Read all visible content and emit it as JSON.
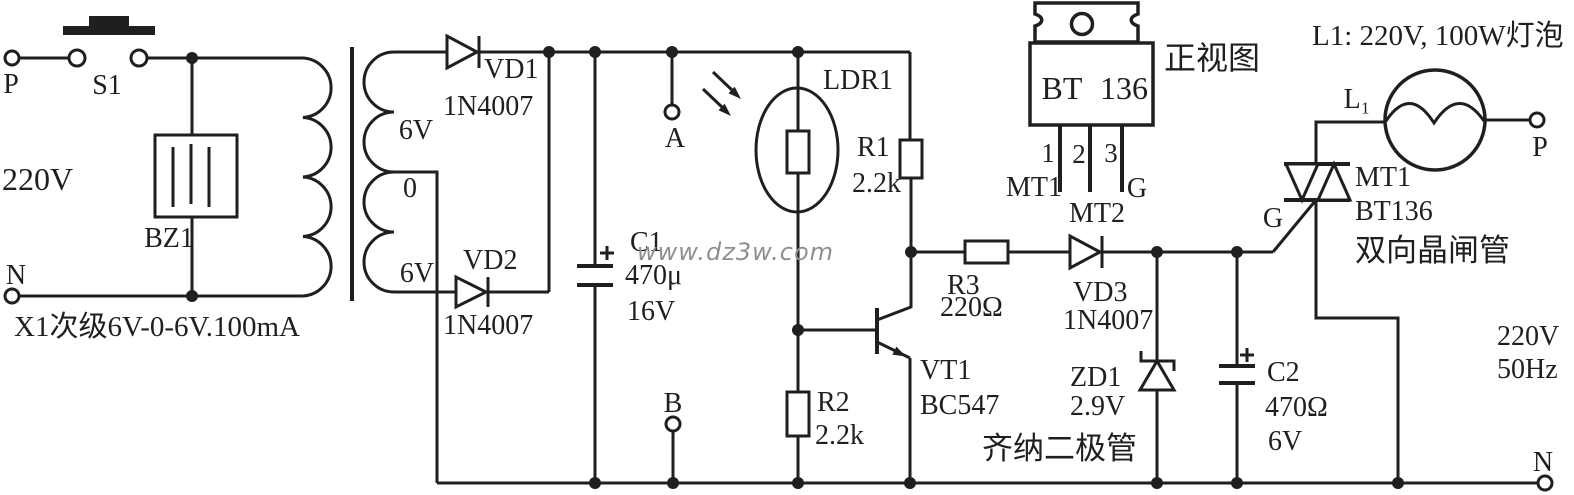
{
  "watermark": "www.dz3w.com",
  "colors": {
    "ink": "#1f1f1f",
    "paper": "#ffffff",
    "watermark": "#8f8f8f"
  },
  "mains_input": {
    "terminal_p": "P",
    "terminal_n": "N",
    "voltage": "220V",
    "switch": "S1",
    "buzzer": "BZ1",
    "transformer_note": "X1次级6V-0-6V.100mA"
  },
  "transformer": {
    "tap_top": "6V",
    "tap_center": "0",
    "tap_bottom": "6V"
  },
  "rectifier": {
    "vd1_ref": "VD1",
    "vd1_part": "1N4007",
    "vd2_ref": "VD2",
    "vd2_part": "1N4007",
    "c1_ref": "C1",
    "c1_value": "470μ",
    "c1_voltage": "16V"
  },
  "test_points": {
    "a": "A",
    "b": "B"
  },
  "sensor_stage": {
    "ldr_ref": "LDR1",
    "r1_ref": "R1",
    "r1_value": "2.2k",
    "r2_ref": "R2",
    "r2_value": "2.2k",
    "vt1_ref": "VT1",
    "vt1_part": "BC547"
  },
  "trigger_stage": {
    "r3_ref": "R3",
    "r3_value": "220Ω",
    "vd3_ref": "VD3",
    "vd3_part": "1N4007",
    "zd1_ref": "ZD1",
    "zd1_value": "2.9V",
    "zener_note": "齐纳二极管",
    "c2_ref": "C2",
    "c2_value": "470Ω",
    "c2_voltage": "6V"
  },
  "triac": {
    "gate": "G",
    "mt1": "MT1",
    "part": "BT136",
    "type_note": "双向晶闸管"
  },
  "package_view": {
    "title": "正视图",
    "marking_left": "BT",
    "marking_right": "136",
    "pin1": "1",
    "pin2": "2",
    "pin3": "3",
    "pin1_name": "MT1",
    "pin2_name": "MT2",
    "pin3_name": "G"
  },
  "output": {
    "lamp_note": "L1: 220V, 100W灯泡",
    "lamp_ref": "L₁",
    "terminal_p": "P",
    "terminal_n": "N",
    "mains_voltage": "220V",
    "mains_freq": "50Hz"
  }
}
